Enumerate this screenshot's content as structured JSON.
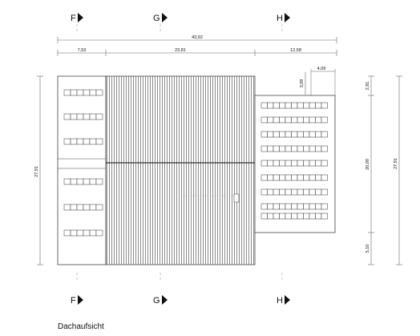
{
  "title": "Dachaufsicht",
  "axes": {
    "top": [
      "F",
      "G",
      "H"
    ],
    "bottom": [
      "F",
      "G",
      "H"
    ]
  },
  "dimensions": {
    "overall_width": "43,92",
    "segments": [
      "7,53",
      "23,81",
      "12,58"
    ],
    "small_width": "4,09",
    "small_height": "3,09",
    "left_height": "27,91",
    "right_chain": [
      "2,81",
      "20,00",
      "5,10"
    ],
    "right_total": "27,91"
  },
  "colors": {
    "line": "#444444",
    "roof_stripe": "#555555",
    "dim_line": "#666666"
  }
}
